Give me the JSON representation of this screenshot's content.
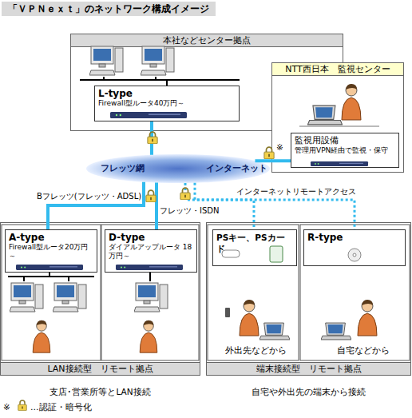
{
  "diagram": {
    "title": "「ＶＰＮｅｘｔ」のネットワーク構成イメージ",
    "nodes": [
      {
        "text": [
          "本社などセンター拠点"
        ]
      },
      {
        "text": [
          "L-type",
          "Firewall型ルータ40万円～"
        ],
        "in": 0
      },
      {
        "text": [
          "NTT西日本　監視センター"
        ]
      },
      {
        "text": [
          "監視用設備",
          "管理用VPN経由で監視・保守"
        ],
        "in": 2
      },
      {
        "text": [
          "フレッツ網",
          "インターネット"
        ]
      },
      {
        "text": [
          "LAN接続型　リモート拠点"
        ]
      },
      {
        "text": [
          "A-type",
          "Firewall型ルータ20万円～"
        ],
        "in": 5
      },
      {
        "text": [
          "D-type",
          "ダイアルアップルータ 18万円～"
        ],
        "in": 5
      },
      {
        "text": [
          "端末接続型　リモート拠点"
        ]
      },
      {
        "text": [
          "PSキー、PSカード"
        ],
        "in": 8
      },
      {
        "text": [
          "R-type"
        ],
        "in": 8
      }
    ],
    "edges": [
      {
        "from": 1,
        "to": 4,
        "arrow": "none"
      },
      {
        "from": 4,
        "to": 3,
        "arrow": "none"
      },
      {
        "from": 4,
        "to": 6,
        "label": "Bフレッツ(フレッツ・ADSL)",
        "arrow": "none"
      },
      {
        "from": 4,
        "to": 7,
        "label": "フレッツ・ISDN",
        "arrow": "none"
      },
      {
        "from": 4,
        "to": 9,
        "label": "インターネットリモートアクセス",
        "arrow": "none"
      },
      {
        "from": 4,
        "to": 10,
        "arrow": "none"
      }
    ],
    "labels": [
      "外出先などから",
      "自宅などから",
      "支店･営業所等とLAN接続",
      "自宅や外出先の端末から接続",
      "※",
      "※"
    ],
    "legend": [
      {
        "text": "…認証・暗号化"
      }
    ]
  }
}
